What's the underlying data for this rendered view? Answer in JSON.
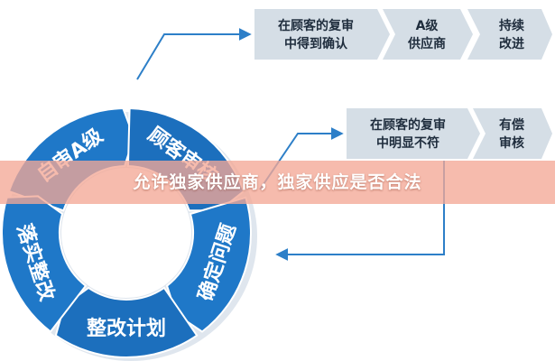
{
  "diagram": {
    "ring_segments": [
      {
        "id": "seg-self-audit",
        "label": "自审A级"
      },
      {
        "id": "seg-customer-audit",
        "label": "顾客审核"
      },
      {
        "id": "seg-confirm-issue",
        "label": "确定问题"
      },
      {
        "id": "seg-design-plan",
        "label": "整改计划"
      },
      {
        "id": "seg-implement",
        "label": "落实整改"
      }
    ],
    "boxes_top": [
      {
        "line1": "在顾客的复审",
        "line2": "中得到确认"
      },
      {
        "line1": "A级",
        "line2": "供应商"
      },
      {
        "line1": "持续",
        "line2": "改进"
      }
    ],
    "boxes_middle": [
      {
        "line1": "在顾客的复审",
        "line2": "中明显不符"
      },
      {
        "line1": "有偿",
        "line2": "审核"
      }
    ],
    "colors": {
      "ring_blue": "#1f78c8",
      "ring_dark": "#15598f",
      "box_fill": "#d5dee6",
      "arrow": "#2d7fc8",
      "overlay": "#f4a896"
    }
  },
  "overlay": {
    "title": "允许独家供应商，独家供应是否合法"
  }
}
